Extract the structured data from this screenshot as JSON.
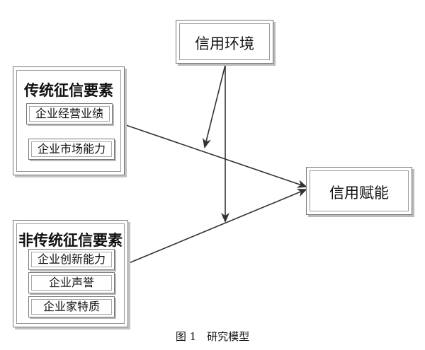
{
  "nodes": {
    "environment": "信用环境",
    "traditional": {
      "title": "传统征信要素",
      "items": [
        "企业经营业绩",
        "企业市场能力"
      ]
    },
    "nontraditional": {
      "title": "非传统征信要素",
      "items": [
        "企业创新能力",
        "企业声誉",
        "企业家特质"
      ]
    },
    "empowerment": "信用赋能"
  },
  "caption": "图 1　研究模型"
}
